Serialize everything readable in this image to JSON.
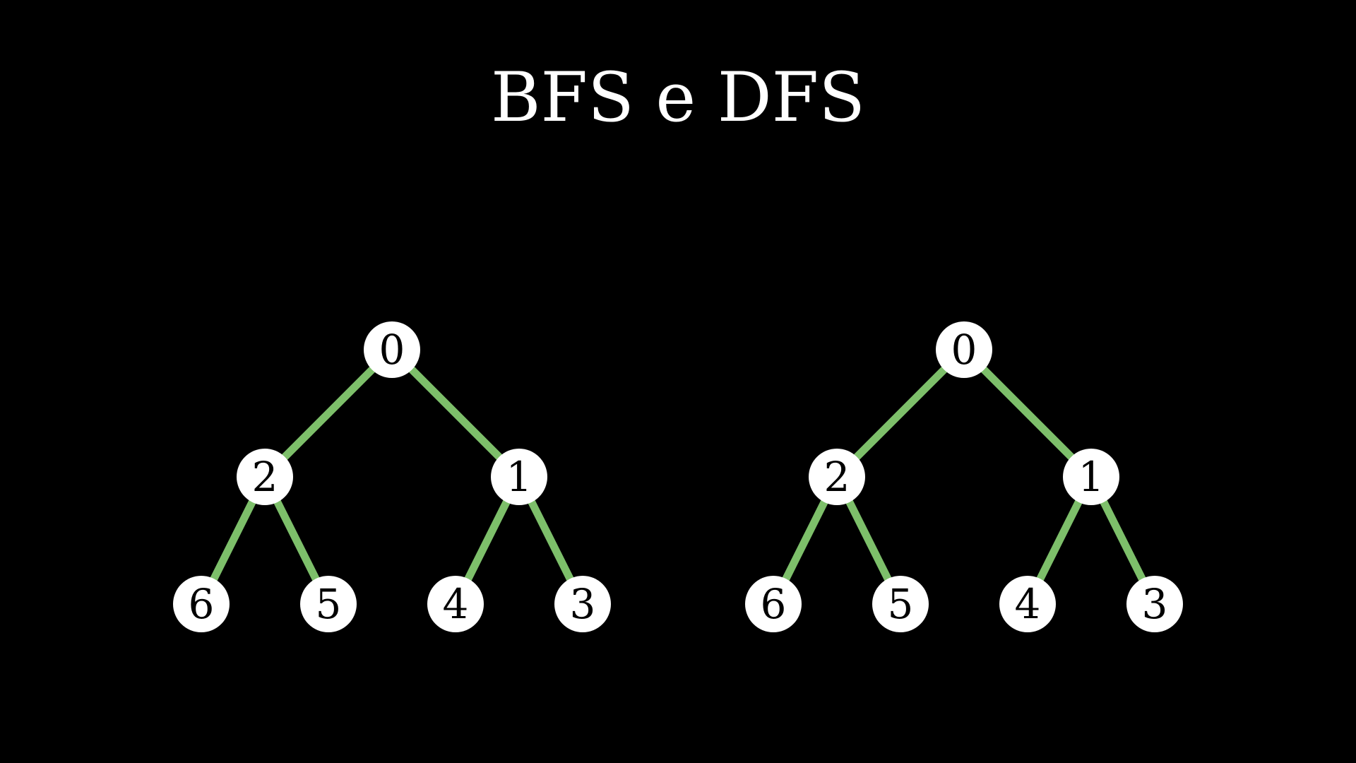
{
  "title": "BFS e DFS",
  "colors": {
    "background": "#000000",
    "edge": "#7dbf6a",
    "node_fill": "#ffffff",
    "node_text": "#000000",
    "title": "#ffffff"
  },
  "trees": [
    {
      "id": "left",
      "nodes": [
        {
          "id": "n0",
          "label": "0",
          "level": 0,
          "slot": 0
        },
        {
          "id": "n2",
          "label": "2",
          "level": 1,
          "slot": 0
        },
        {
          "id": "n1",
          "label": "1",
          "level": 1,
          "slot": 1
        },
        {
          "id": "n6",
          "label": "6",
          "level": 2,
          "slot": 0
        },
        {
          "id": "n5",
          "label": "5",
          "level": 2,
          "slot": 1
        },
        {
          "id": "n4",
          "label": "4",
          "level": 2,
          "slot": 2
        },
        {
          "id": "n3",
          "label": "3",
          "level": 2,
          "slot": 3
        }
      ],
      "edges": [
        [
          "n0",
          "n2"
        ],
        [
          "n0",
          "n1"
        ],
        [
          "n2",
          "n6"
        ],
        [
          "n2",
          "n5"
        ],
        [
          "n1",
          "n4"
        ],
        [
          "n1",
          "n3"
        ]
      ]
    },
    {
      "id": "right",
      "nodes": [
        {
          "id": "n0",
          "label": "0",
          "level": 0,
          "slot": 0
        },
        {
          "id": "n2",
          "label": "2",
          "level": 1,
          "slot": 0
        },
        {
          "id": "n1",
          "label": "1",
          "level": 1,
          "slot": 1
        },
        {
          "id": "n6",
          "label": "6",
          "level": 2,
          "slot": 0
        },
        {
          "id": "n5",
          "label": "5",
          "level": 2,
          "slot": 1
        },
        {
          "id": "n4",
          "label": "4",
          "level": 2,
          "slot": 2
        },
        {
          "id": "n3",
          "label": "3",
          "level": 2,
          "slot": 3
        }
      ],
      "edges": [
        [
          "n0",
          "n2"
        ],
        [
          "n0",
          "n1"
        ],
        [
          "n2",
          "n6"
        ],
        [
          "n2",
          "n5"
        ],
        [
          "n1",
          "n4"
        ],
        [
          "n1",
          "n3"
        ]
      ]
    }
  ]
}
